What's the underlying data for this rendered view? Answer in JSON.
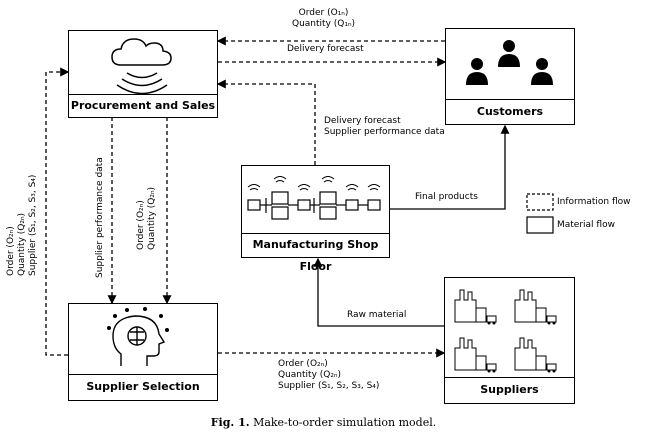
{
  "nodes": {
    "procurement": {
      "title": "Procurement and Sales"
    },
    "customers": {
      "title": "Customers"
    },
    "manufacturing": {
      "title": "Manufacturing Shop Floor"
    },
    "supplier_selection": {
      "title": "Supplier Selection"
    },
    "suppliers": {
      "title": "Suppliers"
    }
  },
  "flows": {
    "top_order": [
      "Order (O₁ₙ)",
      "Quantity (Q₁ₙ)"
    ],
    "delivery_forecast_top": "Delivery forecast",
    "mid_forecast": [
      "Delivery forecast",
      "Supplier performance data"
    ],
    "final_products": "Final products",
    "raw_material": "Raw material",
    "left_vertical": [
      "Order (O₂ₙ)",
      "Quantity (Q₂ₙ)",
      "Supplier (S₁, S₂, S₃, S₄)"
    ],
    "supplier_perf_vertical": "Supplier performance data",
    "order_qty_vertical": [
      "Order (O₂ₙ)",
      "Quantity (Q₂ₙ)"
    ],
    "bottom_order": [
      "Order (O₂ₙ)",
      "Quantity (Q₂ₙ)",
      "Supplier (S₁, S₂, S₃, S₄)"
    ]
  },
  "legend": {
    "information_flow": "Information flow",
    "material_flow": "Material flow"
  },
  "caption": {
    "prefix": "Fig. 1.",
    "text": "Make-to-order simulation model."
  },
  "icons": {
    "procurement": "cloud-wireless-icon",
    "customers": "people-icon",
    "manufacturing": "machines-icon",
    "supplier_selection": "brain-head-icon",
    "suppliers": "factories-icon"
  }
}
